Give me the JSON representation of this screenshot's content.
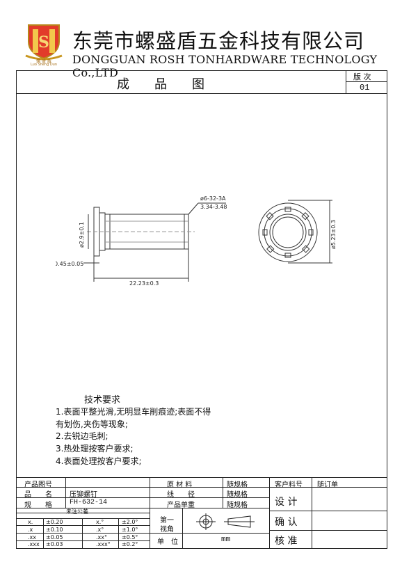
{
  "header": {
    "logo_brand": "螺 盛 盾",
    "logo_pinyin": "Luo Sheng Dun",
    "company_cn": "东莞市螺盛盾五金科技有限公司",
    "company_en": "DONGGUAN ROSH TONHARDWARE TECHNOLOGY Co.,LTD",
    "doc_title": "成　　品　　图",
    "version_label": "版  次",
    "version_value": "01"
  },
  "drawing": {
    "dim_thread_1": "ø6-32-3A",
    "dim_thread_2": "3.34-3.48",
    "dim_shank_dia": "ø2.9±0.1",
    "dim_head_thick": "0.45±0.05",
    "dim_length": "22.23±0.3",
    "dim_head_dia": "ø5.23±0.3"
  },
  "requirements": {
    "title": "技术要求",
    "lines": [
      "1.表面平整光滑,无明显车削痕迹;表面不得",
      "有划伤,夹伤等现象;",
      "2.去锐边毛刺;",
      "3.热处理按客户要求;",
      "4.表面处理按客户要求;"
    ]
  },
  "title_block": {
    "product_no_label": "产品图号",
    "product_no_value": "",
    "name_label": "品　　名",
    "name_value": "压铆螺钉",
    "spec_label": "规　　格",
    "spec_value": "FH-632-14",
    "material_label": "原 材 料",
    "material_value": "随规格",
    "wire_label": "线　　径",
    "wire_value": "随规格",
    "weight_label": "产品单重",
    "weight_value": "随规格",
    "customer_no_label": "客户料号",
    "customer_no_value": "随订单",
    "design_label": "设 计",
    "confirm_label": "确 认",
    "approve_label": "核 准",
    "tolerance_title": "未注公差",
    "tolerance_rows": [
      {
        "d": "x.",
        "dv": "±0.20",
        "a": "x.°",
        "av": "±2.0°"
      },
      {
        "d": ".x",
        "dv": "±0.10",
        "a": ".x°",
        "av": "±1.0°"
      },
      {
        "d": ".xx",
        "dv": "±0.05",
        "a": ".xx°",
        "av": "±0.5°"
      },
      {
        "d": ".xxx",
        "dv": "±0.03",
        "a": ".xxx°",
        "av": "±0.2°"
      }
    ],
    "projection_label_1": "第一",
    "projection_label_2": "视角",
    "unit_label": "单　位",
    "unit_value": "mm"
  }
}
